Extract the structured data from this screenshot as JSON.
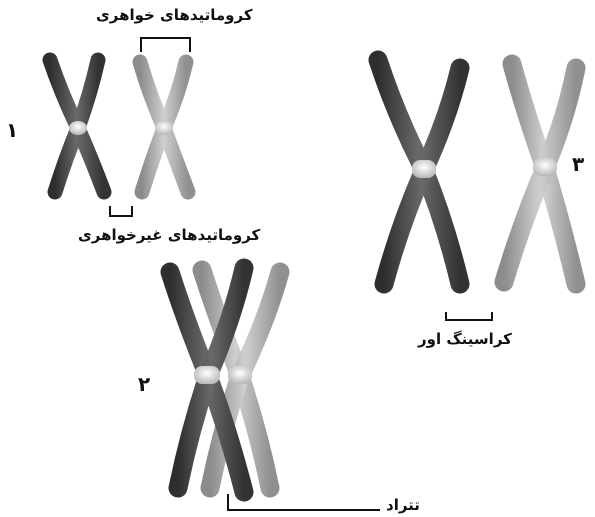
{
  "labels": {
    "sister_chromatids": "کروماتیدهای خواهری",
    "non_sister_chromatids": "کروماتیدهای غیرخواهری",
    "crossing_over": "کراسینگ اور",
    "tetrad": "تتراد"
  },
  "stages": {
    "one": "۱",
    "two": "۲",
    "three": "۳"
  },
  "colors": {
    "dark_chromatid": "#4a4a4a",
    "light_chromatid": "#a6a6a6",
    "centromere": "#eeeeee",
    "line": "#111111"
  }
}
